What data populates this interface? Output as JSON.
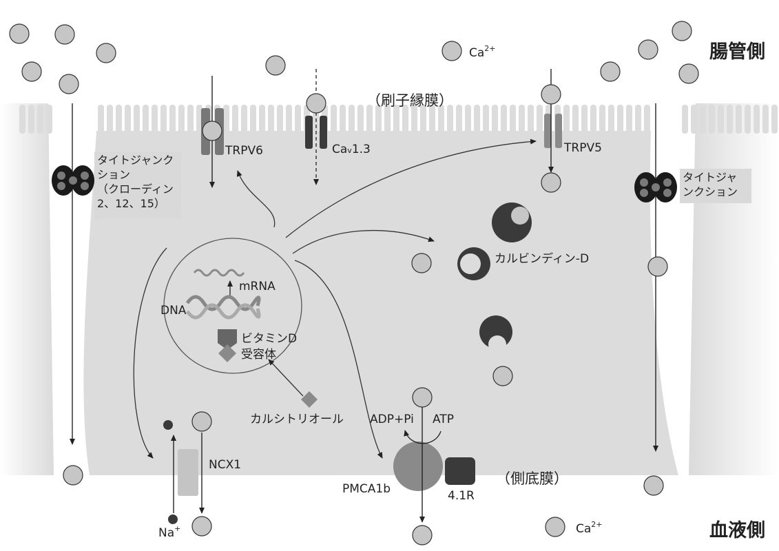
{
  "labels": {
    "lumen_side": "腸管側",
    "blood_side": "血液側",
    "brush_border": "（刷子縁膜）",
    "basolateral": "（側底膜）",
    "ca_top": "Ca",
    "ca_bottom": "Ca",
    "ca_charge": "2+",
    "trpv6": "TRPV6",
    "cav13_main": "Ca",
    "cav13_sub": "v",
    "cav13_tail": "1.3",
    "trpv5": "TRPV5",
    "calbindin": "カルビンディン-D",
    "mrna": "mRNA",
    "dna": "DNA",
    "vdr_line1": "ビタミンD",
    "vdr_line2": "受容体",
    "calcitriol": "カルシトリオール",
    "ncx1": "NCX1",
    "na": "Na",
    "na_charge": "+",
    "adp_pi": "ADP+Pi",
    "atp": "ATP",
    "pmca1b": "PMCA1b",
    "r41": "4.1R"
  },
  "tight_junction_left": [
    "タイトジャンク",
    "ション",
    "（クローディン",
    "2、12、15）"
  ],
  "tight_junction_right": [
    "タイトジャ",
    "ンクション"
  ],
  "colors": {
    "cell_fill": "#dcdcdc",
    "calcium_ion": "#c6c6c6",
    "dark_protein": "#3a3a3a",
    "medium_protein": "#8a8a8a",
    "label_box": "#d9d9d9"
  }
}
